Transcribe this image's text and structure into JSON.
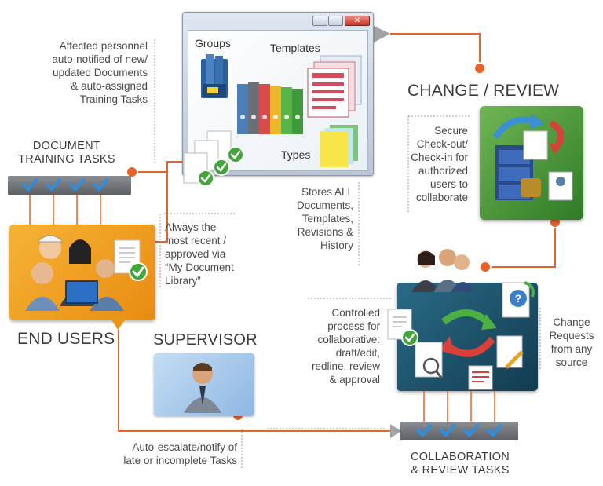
{
  "window": {
    "groups_label": "Groups",
    "templates_label": "Templates",
    "types_label": "Types"
  },
  "change_review": {
    "title": "CHANGE / REVIEW",
    "note": [
      "Secure",
      "Check-out/",
      "Check-in for",
      "authorized",
      "users to",
      "collaborate"
    ]
  },
  "document_training": {
    "title_line1": "DOCUMENT",
    "title_line2": "TRAINING TASKS"
  },
  "end_users": {
    "title": "END USERS"
  },
  "supervisor": {
    "title": "SUPERVISOR"
  },
  "collaboration": {
    "title_line1": "COLLABORATION",
    "title_line2": "& REVIEW TASKS"
  },
  "notes": {
    "affected": [
      "Affected personnel",
      "auto-notified of new/",
      "updated Documents",
      "& auto-assigned",
      "Training Tasks"
    ],
    "stores": [
      "Stores ALL",
      "Documents,",
      "Templates,",
      "Revisions &",
      "History"
    ],
    "recent": [
      "Always the",
      "most recent /",
      "approved via",
      "“My Document",
      "Library”"
    ],
    "controlled": [
      "Controlled",
      "process for",
      "collaborative:",
      "draft/edit,",
      "redline, review",
      "& approval"
    ],
    "change_requests": [
      "Change",
      "Requests",
      "from any",
      "source"
    ],
    "escalate": [
      "Auto-escalate/notify of",
      "late or incomplete Tasks"
    ]
  },
  "colors": {
    "connector": "#e8632a",
    "training_bar": "#6e7379",
    "end_users_bg": "#f0a020",
    "change_bg": "#3f8f2c",
    "collab_bg": "#1d4f66",
    "supervisor_bg": "#9cc4e8"
  }
}
